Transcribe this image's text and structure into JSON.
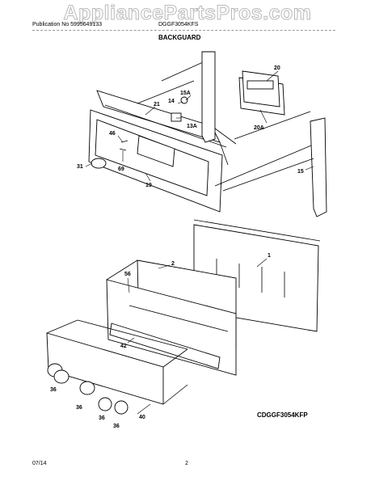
{
  "watermark": "AppliancePartsPros.com",
  "header": {
    "publication": "Publication No 5995649133",
    "model_code": "DGGF3054KFS",
    "section_title": "BACKGUARD"
  },
  "footer": {
    "date": "07/14",
    "page_number": "2"
  },
  "diagram_id": "CDGGF3054KFP",
  "callouts": {
    "c1": "1",
    "c2": "2",
    "c13a": "13A",
    "c14": "14",
    "c15": "15",
    "c15a": "15A",
    "c19": "19",
    "c20": "20",
    "c20a": "20A",
    "c21": "21",
    "c31": "31",
    "c36a": "36",
    "c36b": "36",
    "c36c": "36",
    "c36d": "36",
    "c40": "40",
    "c42": "42",
    "c46": "46",
    "c56": "56",
    "c69": "69"
  }
}
